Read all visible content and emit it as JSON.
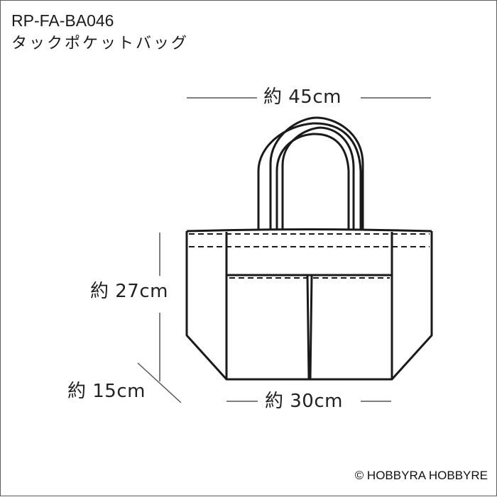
{
  "product": {
    "code": "RP-FA-BA046",
    "name": "タックポケットバッグ"
  },
  "dimensions": {
    "width_top": "約 45cm",
    "height": "約 27cm",
    "gusset": "約 15cm",
    "width_bottom": "約 30cm"
  },
  "copyright": "© HOBBYRA HOBBYRE",
  "colors": {
    "line": "#1a1a1a",
    "dimension_line": "#555555",
    "border": "#5e5e5e",
    "background": "#ffffff"
  }
}
